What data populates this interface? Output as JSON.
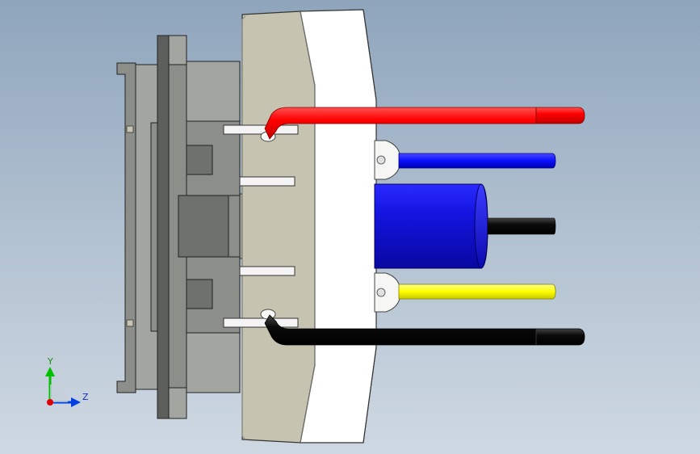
{
  "viewport": {
    "background_top": "#8fa5bc",
    "background_bottom": "#ced8e2"
  },
  "model": {
    "colors": {
      "body_dark": "#8c8e8a",
      "body_mid": "#a3a5a0",
      "body_shadow": "#5d5f5c",
      "flange": "#c6c4b0",
      "cover": "#ffffff",
      "capacitor": "#1a1ae8",
      "wire_red": "#ff0000",
      "wire_blue": "#0a10ff",
      "wire_black": "#050505",
      "wire_yellow": "#ffff00",
      "terminal": "#f4f4f4"
    },
    "wires": [
      "red",
      "blue",
      "black",
      "yellow",
      "black"
    ]
  },
  "triad": {
    "y_label": "Y",
    "z_label": "Z",
    "colors": {
      "y": "#00c000",
      "z": "#0040e0",
      "origin": "#e00000"
    }
  }
}
